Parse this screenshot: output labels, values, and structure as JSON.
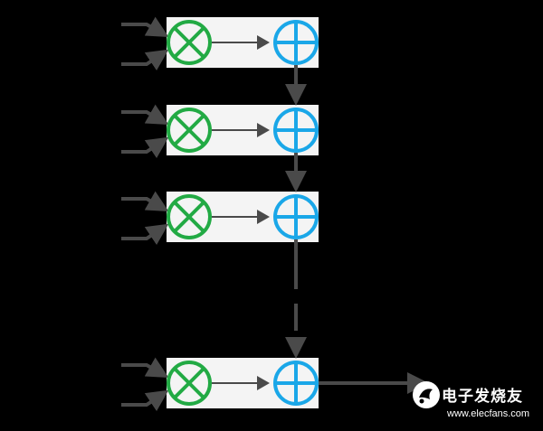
{
  "diagram": {
    "stages": [
      {
        "id": "stage-1",
        "multiplier_symbol": "⊗",
        "adder_symbol": "⊕"
      },
      {
        "id": "stage-2",
        "multiplier_symbol": "⊗",
        "adder_symbol": "⊕"
      },
      {
        "id": "stage-3",
        "multiplier_symbol": "⊗",
        "adder_symbol": "⊕"
      },
      {
        "id": "stage-4",
        "multiplier_symbol": "⊗",
        "adder_symbol": "⊕"
      }
    ],
    "colors": {
      "background": "#000000",
      "block_fill": "#f4f4f4",
      "multiplier": "#22aa44",
      "adder": "#1aa7e8",
      "arrow": "#4a4a4a"
    }
  },
  "watermark": {
    "text_cn": "电子发烧友",
    "url": "www.elecfans.com",
    "logo": "elecfans-logo-icon"
  }
}
